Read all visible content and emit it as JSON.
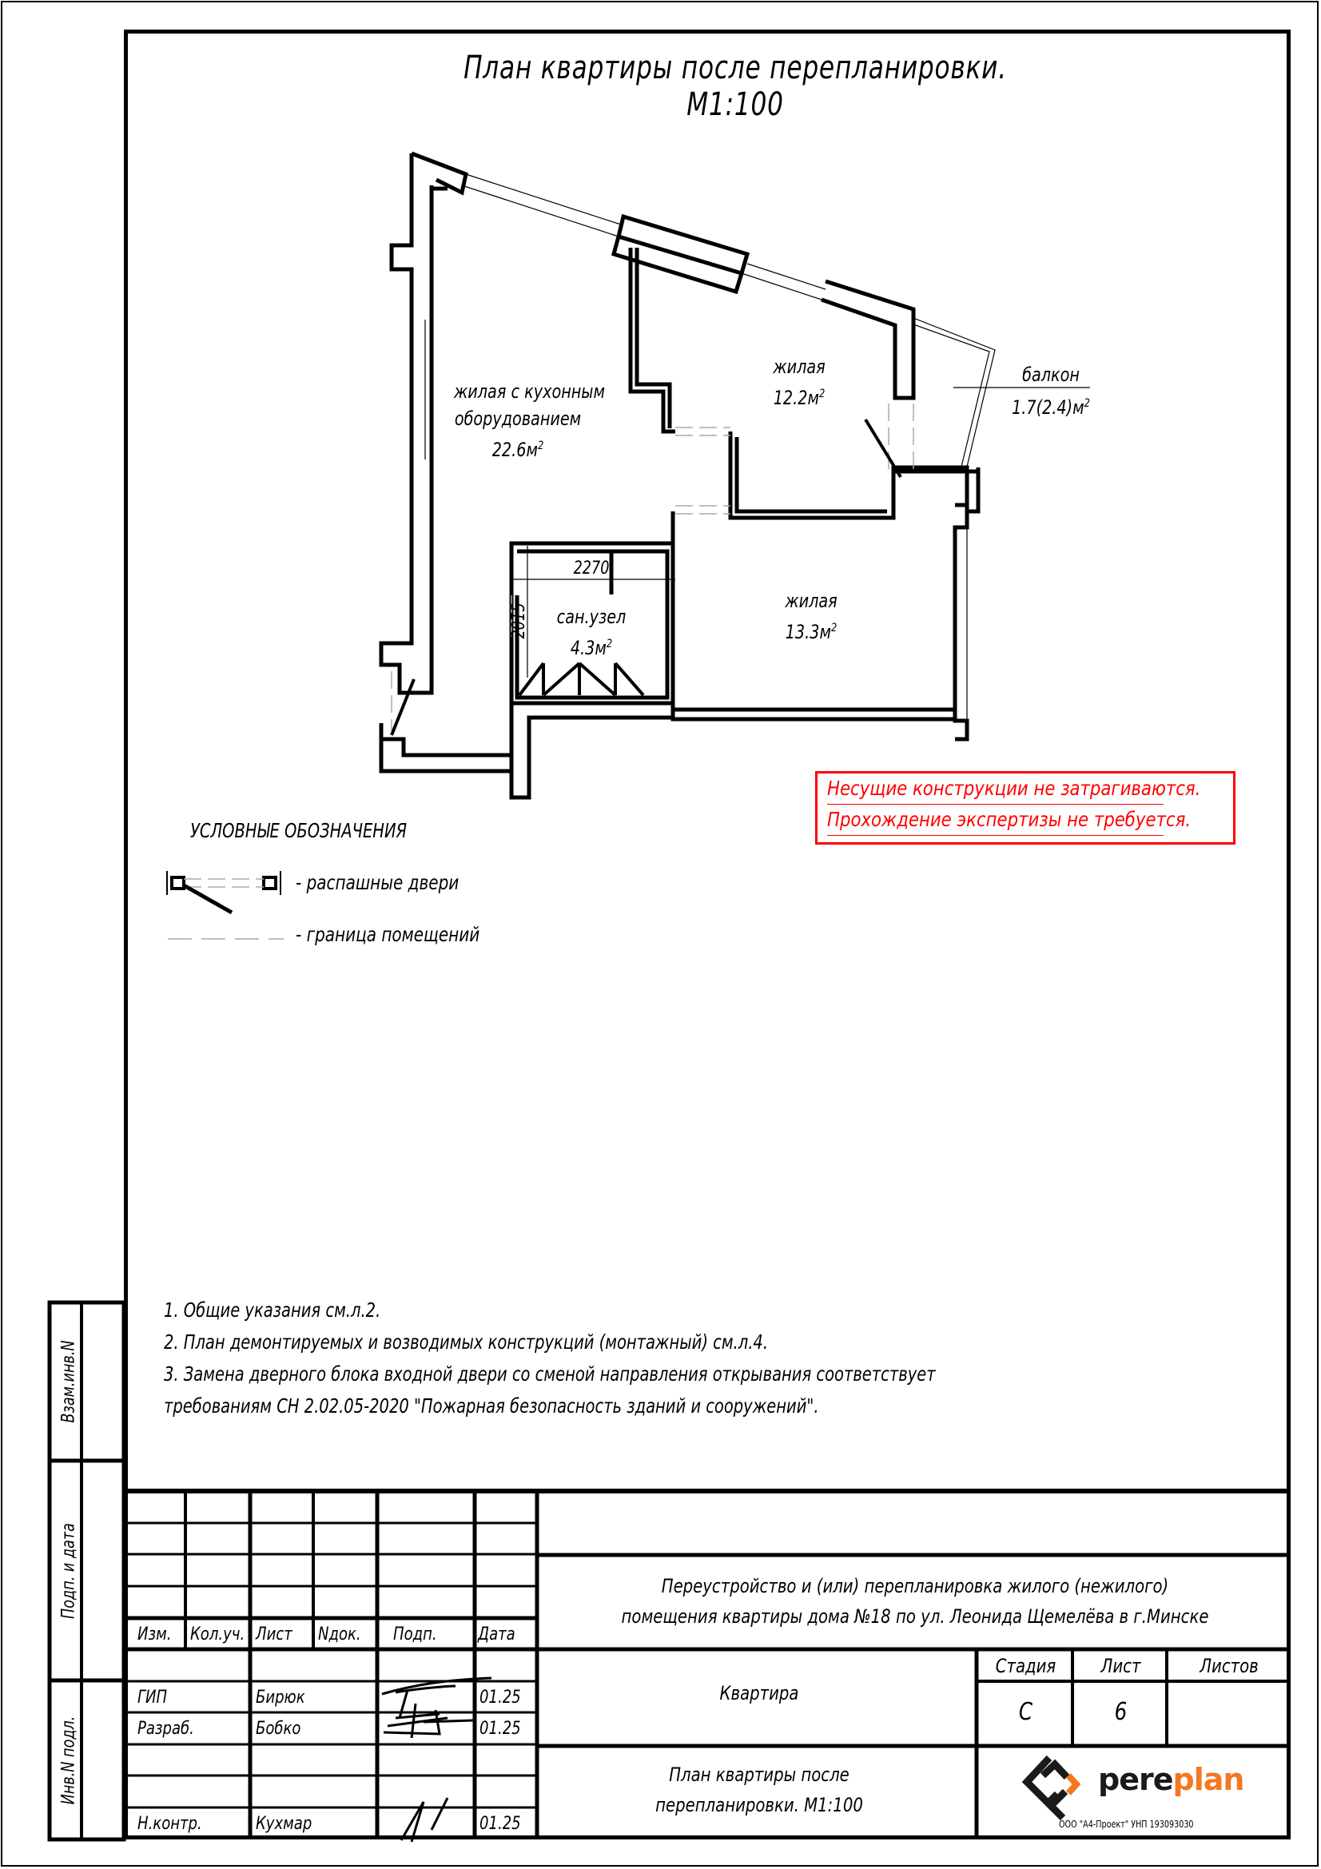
{
  "sheet": {
    "title": "План квартиры после  перепланировки. М1:100"
  },
  "rooms": [
    {
      "name": "жилая с кухонным",
      "name2": "оборудованием",
      "area": "22.6м",
      "unit_sup": "2"
    },
    {
      "name": "жилая",
      "area": "12.2м",
      "unit_sup": "2"
    },
    {
      "name": "балкон",
      "area": "1.7(2.4)м",
      "unit_sup": "2"
    },
    {
      "name": "сан.узел",
      "area": "4.3м",
      "unit_sup": "2"
    },
    {
      "name": "жилая",
      "area": "13.3м",
      "unit_sup": "2"
    }
  ],
  "dimensions": {
    "width": "2270",
    "height": "2015"
  },
  "notice": {
    "line1": "Несущие конструкции не затрагиваются.",
    "line2": "Прохождение экспертизы не требуется.",
    "color": "#ff0000"
  },
  "legend": {
    "title": "УСЛОВНЫЕ ОБОЗНАЧЕНИЯ",
    "items": [
      {
        "icon": "swing-door-icon",
        "label": "- распашные двери"
      },
      {
        "icon": "room-boundary-icon",
        "label": "- граница помещений"
      }
    ]
  },
  "notes": [
    "1.  Общие указания см.л.2.",
    "2.  План демонтируемых и возводимых конструкций  (монтажный)  см.л.4.",
    "3.  Замена дверного блока входной двери со сменой направления открывания соответствует",
    "требованиям СН  2.02.05-2020 \"Пожарная безопасность зданий и сооружений\"."
  ],
  "side_stamp": {
    "labels": [
      "Взам.инв.N",
      "Подп. и дата",
      "Инв.N подл."
    ]
  },
  "title_block": {
    "headers": [
      "Изм.",
      "Кол.уч.",
      "Лист",
      "Nдок.",
      "Подп.",
      "Дата"
    ],
    "signatures": [
      {
        "role": "ГИП",
        "name": "Бирюк",
        "date": "01.25"
      },
      {
        "role": "Разраб.",
        "name": "Бобко",
        "date": "01.25"
      },
      {
        "role": "Н.контр.",
        "name": "Кухмар",
        "date": "01.25"
      }
    ],
    "project_line1": "Переустройство и  (или)  перепланировка жилого  (нежилого)",
    "project_line2": "помещения квартиры дома  №18  по ул.  Леонида Щемелёва в г.Минске",
    "object": "Квартира",
    "sheet_title_line1": "План квартиры после",
    "sheet_title_line2": "перепланировки. М1:100",
    "stage_label": "Стадия",
    "sheet_label": "Лист",
    "sheets_label": "Листов",
    "stage": "С",
    "sheet": "6",
    "sheets": ""
  },
  "company": {
    "logo_part1": "pere",
    "logo_part2": "plan",
    "accent": "#f47721",
    "dark": "#1a1a1a",
    "legal": "ООО \"А4-Проект\" УНП 193093030"
  }
}
